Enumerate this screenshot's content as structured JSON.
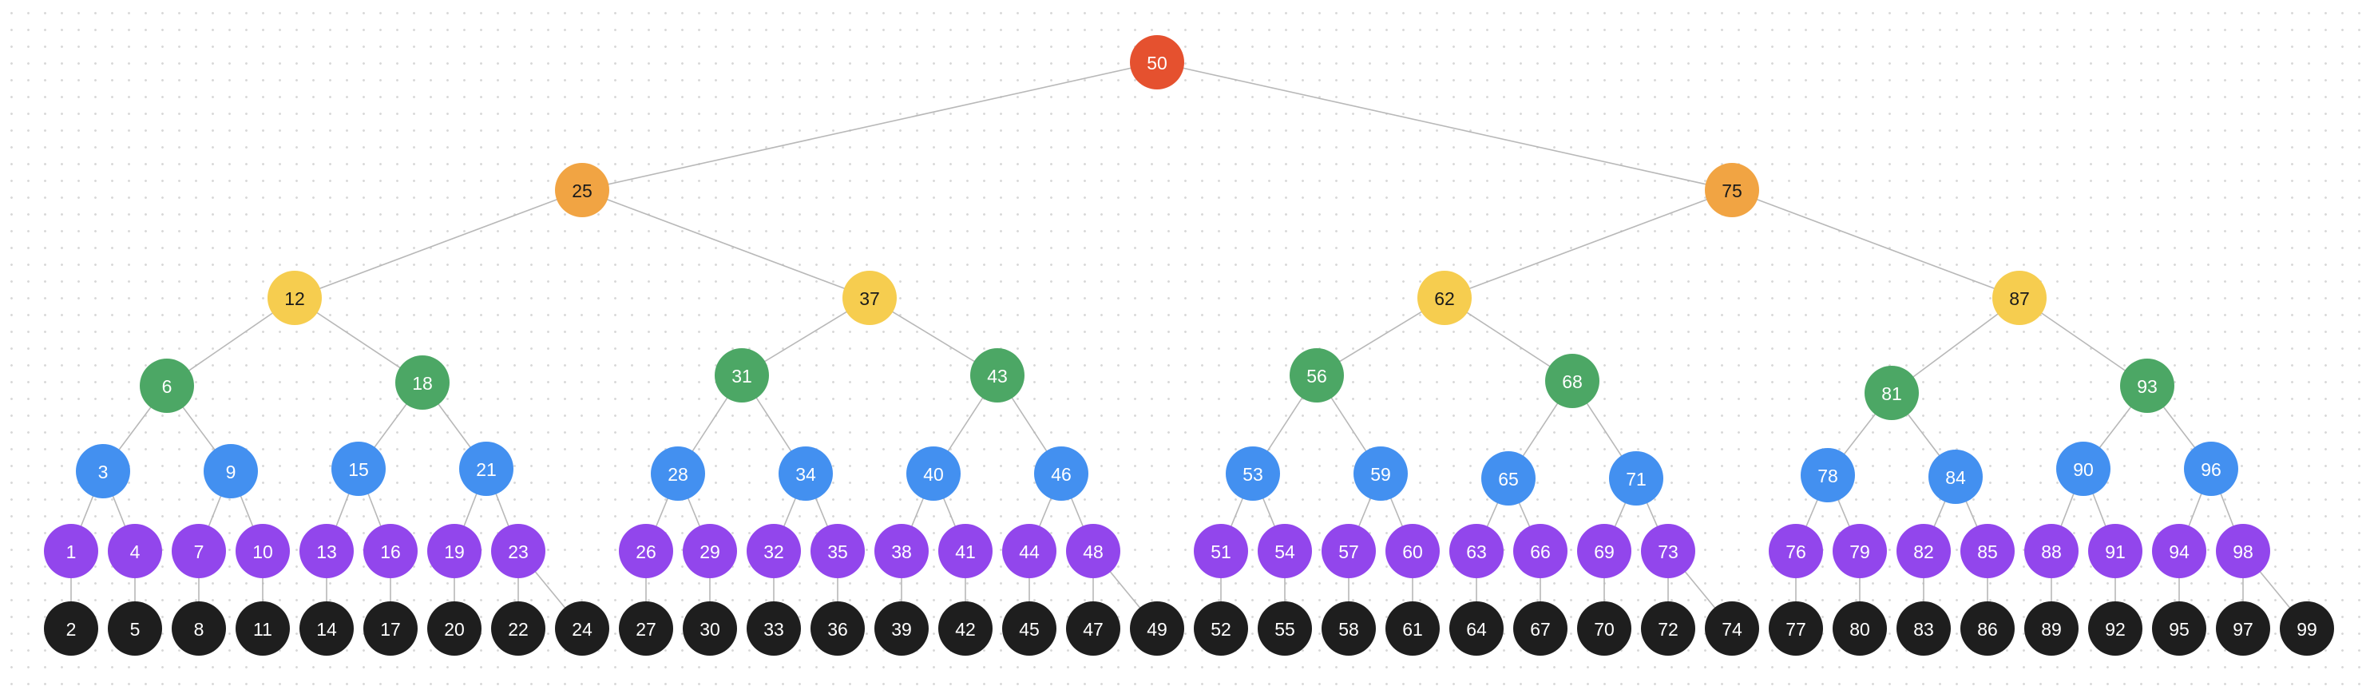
{
  "colors": {
    "level0": "#E5512F",
    "level1": "#F1A443",
    "level2": "#F6CD4F",
    "level3": "#4CA765",
    "level4": "#4390F0",
    "level5": "#9246EC",
    "level6": "#1E1E1E",
    "edge": "#B8B8B8"
  },
  "tree": {
    "v": "50",
    "l": 0,
    "c": [
      {
        "v": "25",
        "l": 1,
        "c": [
          {
            "v": "12",
            "l": 2,
            "c": [
              {
                "v": "6",
                "l": 3,
                "c": [
                  {
                    "v": "3",
                    "l": 4,
                    "c": [
                      {
                        "v": "1",
                        "l": 5,
                        "c": [
                          {
                            "v": "2",
                            "l": 6
                          }
                        ]
                      },
                      {
                        "v": "4",
                        "l": 5,
                        "c": [
                          {
                            "v": "5",
                            "l": 6
                          }
                        ]
                      }
                    ]
                  },
                  {
                    "v": "9",
                    "l": 4,
                    "c": [
                      {
                        "v": "7",
                        "l": 5,
                        "c": [
                          {
                            "v": "8",
                            "l": 6
                          }
                        ]
                      },
                      {
                        "v": "10",
                        "l": 5,
                        "c": [
                          {
                            "v": "11",
                            "l": 6
                          }
                        ]
                      }
                    ]
                  }
                ]
              },
              {
                "v": "18",
                "l": 3,
                "c": [
                  {
                    "v": "15",
                    "l": 4,
                    "c": [
                      {
                        "v": "13",
                        "l": 5,
                        "c": [
                          {
                            "v": "14",
                            "l": 6
                          }
                        ]
                      },
                      {
                        "v": "16",
                        "l": 5,
                        "c": [
                          {
                            "v": "17",
                            "l": 6
                          }
                        ]
                      }
                    ]
                  },
                  {
                    "v": "21",
                    "l": 4,
                    "c": [
                      {
                        "v": "19",
                        "l": 5,
                        "c": [
                          {
                            "v": "20",
                            "l": 6
                          }
                        ]
                      },
                      {
                        "v": "23",
                        "l": 5,
                        "c": [
                          {
                            "v": "22",
                            "l": 6
                          },
                          {
                            "v": "24",
                            "l": 6
                          }
                        ]
                      }
                    ]
                  }
                ]
              }
            ]
          },
          {
            "v": "37",
            "l": 2,
            "c": [
              {
                "v": "31",
                "l": 3,
                "c": [
                  {
                    "v": "28",
                    "l": 4,
                    "c": [
                      {
                        "v": "26",
                        "l": 5,
                        "c": [
                          {
                            "v": "27",
                            "l": 6
                          }
                        ]
                      },
                      {
                        "v": "29",
                        "l": 5,
                        "c": [
                          {
                            "v": "30",
                            "l": 6
                          }
                        ]
                      }
                    ]
                  },
                  {
                    "v": "34",
                    "l": 4,
                    "c": [
                      {
                        "v": "32",
                        "l": 5,
                        "c": [
                          {
                            "v": "33",
                            "l": 6
                          }
                        ]
                      },
                      {
                        "v": "35",
                        "l": 5,
                        "c": [
                          {
                            "v": "36",
                            "l": 6
                          }
                        ]
                      }
                    ]
                  }
                ]
              },
              {
                "v": "43",
                "l": 3,
                "c": [
                  {
                    "v": "40",
                    "l": 4,
                    "c": [
                      {
                        "v": "38",
                        "l": 5,
                        "c": [
                          {
                            "v": "39",
                            "l": 6
                          }
                        ]
                      },
                      {
                        "v": "41",
                        "l": 5,
                        "c": [
                          {
                            "v": "42",
                            "l": 6
                          }
                        ]
                      }
                    ]
                  },
                  {
                    "v": "46",
                    "l": 4,
                    "c": [
                      {
                        "v": "44",
                        "l": 5,
                        "c": [
                          {
                            "v": "45",
                            "l": 6
                          }
                        ]
                      },
                      {
                        "v": "48",
                        "l": 5,
                        "c": [
                          {
                            "v": "47",
                            "l": 6
                          },
                          {
                            "v": "49",
                            "l": 6
                          }
                        ]
                      }
                    ]
                  }
                ]
              }
            ]
          }
        ]
      },
      {
        "v": "75",
        "l": 1,
        "c": [
          {
            "v": "62",
            "l": 2,
            "c": [
              {
                "v": "56",
                "l": 3,
                "c": [
                  {
                    "v": "53",
                    "l": 4,
                    "c": [
                      {
                        "v": "51",
                        "l": 5,
                        "c": [
                          {
                            "v": "52",
                            "l": 6
                          }
                        ]
                      },
                      {
                        "v": "54",
                        "l": 5,
                        "c": [
                          {
                            "v": "55",
                            "l": 6
                          }
                        ]
                      }
                    ]
                  },
                  {
                    "v": "59",
                    "l": 4,
                    "c": [
                      {
                        "v": "57",
                        "l": 5,
                        "c": [
                          {
                            "v": "58",
                            "l": 6
                          }
                        ]
                      },
                      {
                        "v": "60",
                        "l": 5,
                        "c": [
                          {
                            "v": "61",
                            "l": 6
                          }
                        ]
                      }
                    ]
                  }
                ]
              },
              {
                "v": "68",
                "l": 3,
                "c": [
                  {
                    "v": "65",
                    "l": 4,
                    "c": [
                      {
                        "v": "63",
                        "l": 5,
                        "c": [
                          {
                            "v": "64",
                            "l": 6
                          }
                        ]
                      },
                      {
                        "v": "66",
                        "l": 5,
                        "c": [
                          {
                            "v": "67",
                            "l": 6
                          }
                        ]
                      }
                    ]
                  },
                  {
                    "v": "71",
                    "l": 4,
                    "c": [
                      {
                        "v": "69",
                        "l": 5,
                        "c": [
                          {
                            "v": "70",
                            "l": 6
                          }
                        ]
                      },
                      {
                        "v": "73",
                        "l": 5,
                        "c": [
                          {
                            "v": "72",
                            "l": 6
                          },
                          {
                            "v": "74",
                            "l": 6
                          }
                        ]
                      }
                    ]
                  }
                ]
              }
            ]
          },
          {
            "v": "87",
            "l": 2,
            "c": [
              {
                "v": "81",
                "l": 3,
                "c": [
                  {
                    "v": "78",
                    "l": 4,
                    "c": [
                      {
                        "v": "76",
                        "l": 5,
                        "c": [
                          {
                            "v": "77",
                            "l": 6
                          }
                        ]
                      },
                      {
                        "v": "79",
                        "l": 5,
                        "c": [
                          {
                            "v": "80",
                            "l": 6
                          }
                        ]
                      }
                    ]
                  },
                  {
                    "v": "84",
                    "l": 4,
                    "c": [
                      {
                        "v": "82",
                        "l": 5,
                        "c": [
                          {
                            "v": "83",
                            "l": 6
                          }
                        ]
                      },
                      {
                        "v": "85",
                        "l": 5,
                        "c": [
                          {
                            "v": "86",
                            "l": 6
                          }
                        ]
                      }
                    ]
                  }
                ]
              },
              {
                "v": "93",
                "l": 3,
                "c": [
                  {
                    "v": "90",
                    "l": 4,
                    "c": [
                      {
                        "v": "88",
                        "l": 5,
                        "c": [
                          {
                            "v": "89",
                            "l": 6
                          }
                        ]
                      },
                      {
                        "v": "91",
                        "l": 5,
                        "c": [
                          {
                            "v": "92",
                            "l": 6
                          }
                        ]
                      }
                    ]
                  },
                  {
                    "v": "96",
                    "l": 4,
                    "c": [
                      {
                        "v": "94",
                        "l": 5,
                        "c": [
                          {
                            "v": "95",
                            "l": 6
                          }
                        ]
                      },
                      {
                        "v": "98",
                        "l": 5,
                        "c": [
                          {
                            "v": "97",
                            "l": 6
                          },
                          {
                            "v": "99",
                            "l": 6
                          }
                        ]
                      }
                    ]
                  }
                ]
              }
            ]
          }
        ]
      }
    ]
  }
}
